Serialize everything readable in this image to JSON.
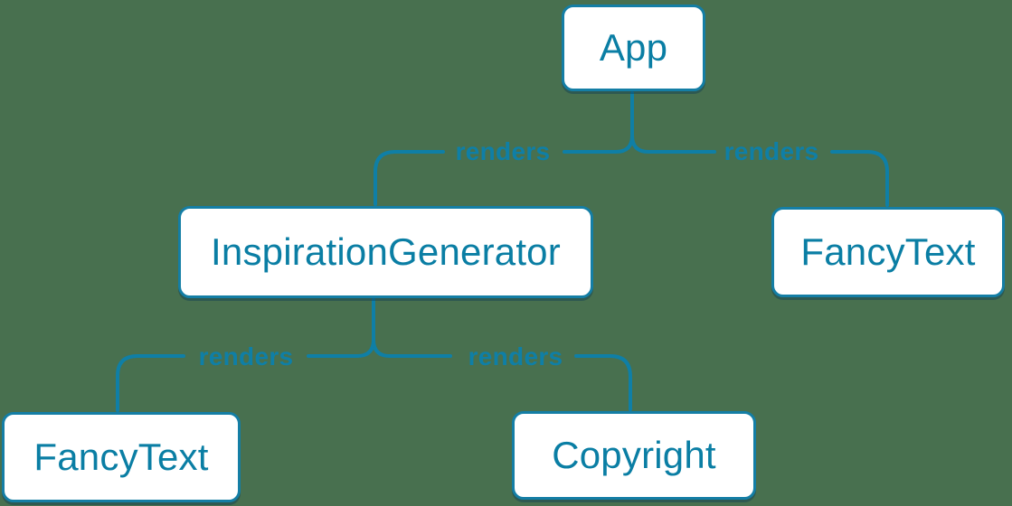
{
  "diagram": {
    "type": "component-render-tree",
    "nodes": [
      {
        "id": "app",
        "label": "App"
      },
      {
        "id": "inspiration-generator",
        "label": "InspirationGenerator"
      },
      {
        "id": "fancy-text-top",
        "label": "FancyText"
      },
      {
        "id": "fancy-text-bottom",
        "label": "FancyText"
      },
      {
        "id": "copyright",
        "label": "Copyright"
      }
    ],
    "edges": [
      {
        "from": "App",
        "to": "InspirationGenerator",
        "label": "renders"
      },
      {
        "from": "App",
        "to": "FancyText",
        "label": "renders"
      },
      {
        "from": "InspirationGenerator",
        "to": "FancyText",
        "label": "renders"
      },
      {
        "from": "InspirationGenerator",
        "to": "Copyright",
        "label": "renders"
      }
    ],
    "colors": {
      "background": "#48704F",
      "line": "#0F7FA6",
      "node-fill": "#FFFFFF",
      "node-border": "#147EA5",
      "text": "#0A7EA4"
    }
  }
}
